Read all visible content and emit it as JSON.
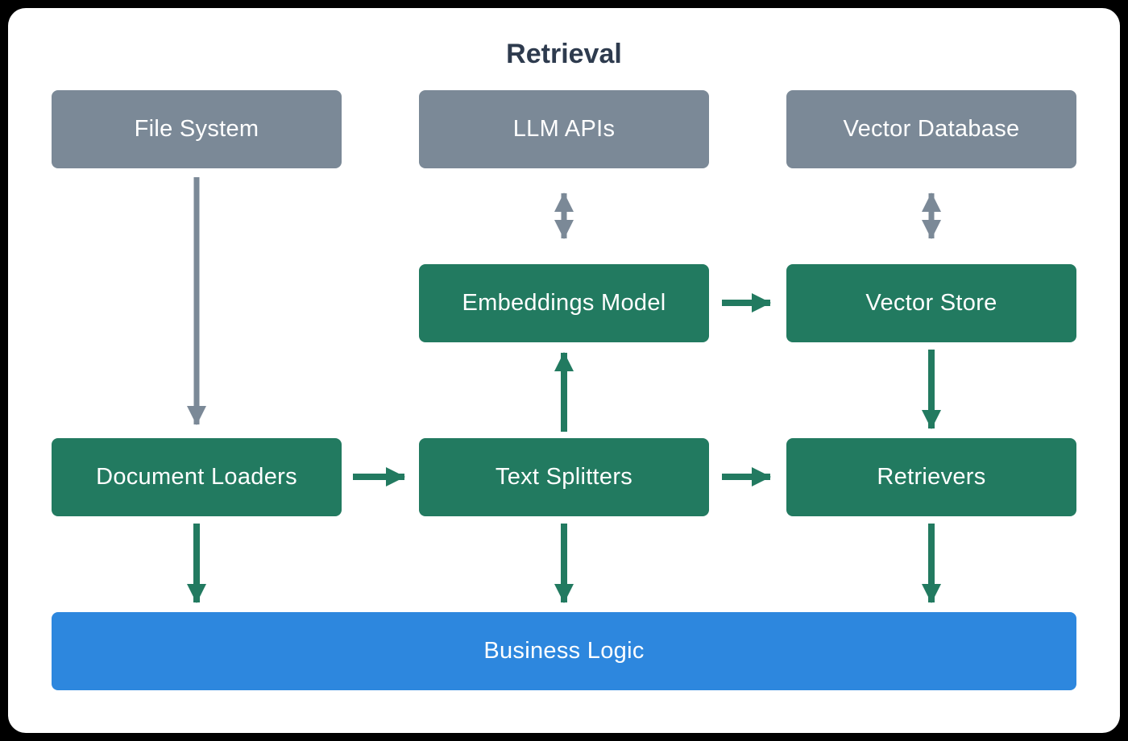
{
  "title": "Retrieval",
  "colors": {
    "background": "#ffffff",
    "frame": "#000000",
    "gray-node": "#7b8997",
    "green-node": "#227a60",
    "blue-node": "#2d87de",
    "arrow-gray": "#7b8997",
    "arrow-green": "#227a60",
    "title-text": "#2e3b4e",
    "node-text": "#ffffff"
  },
  "diagram": {
    "nodes": [
      {
        "id": "file-system",
        "label": "File System",
        "type": "gray"
      },
      {
        "id": "llm-apis",
        "label": "LLM APIs",
        "type": "gray"
      },
      {
        "id": "vector-database",
        "label": "Vector Database",
        "type": "gray"
      },
      {
        "id": "embeddings-model",
        "label": "Embeddings Model",
        "type": "green"
      },
      {
        "id": "vector-store",
        "label": "Vector Store",
        "type": "green"
      },
      {
        "id": "document-loaders",
        "label": "Document Loaders",
        "type": "green"
      },
      {
        "id": "text-splitters",
        "label": "Text Splitters",
        "type": "green"
      },
      {
        "id": "retrievers",
        "label": "Retrievers",
        "type": "green"
      },
      {
        "id": "business-logic",
        "label": "Business Logic",
        "type": "blue"
      }
    ],
    "edges": [
      {
        "from": "File System",
        "to": "Document Loaders",
        "style": "gray",
        "direction": "down"
      },
      {
        "from": "LLM APIs",
        "to": "Embeddings Model",
        "style": "gray",
        "direction": "both"
      },
      {
        "from": "Vector Database",
        "to": "Vector Store",
        "style": "gray",
        "direction": "both"
      },
      {
        "from": "Embeddings Model",
        "to": "Vector Store",
        "style": "green",
        "direction": "right"
      },
      {
        "from": "Text Splitters",
        "to": "Embeddings Model",
        "style": "green",
        "direction": "up"
      },
      {
        "from": "Vector Store",
        "to": "Retrievers",
        "style": "green",
        "direction": "down"
      },
      {
        "from": "Document Loaders",
        "to": "Text Splitters",
        "style": "green",
        "direction": "right"
      },
      {
        "from": "Text Splitters",
        "to": "Retrievers",
        "style": "green",
        "direction": "right"
      },
      {
        "from": "Document Loaders",
        "to": "Business Logic",
        "style": "green",
        "direction": "down"
      },
      {
        "from": "Text Splitters",
        "to": "Business Logic",
        "style": "green",
        "direction": "down"
      },
      {
        "from": "Retrievers",
        "to": "Business Logic",
        "style": "green",
        "direction": "down"
      }
    ]
  }
}
